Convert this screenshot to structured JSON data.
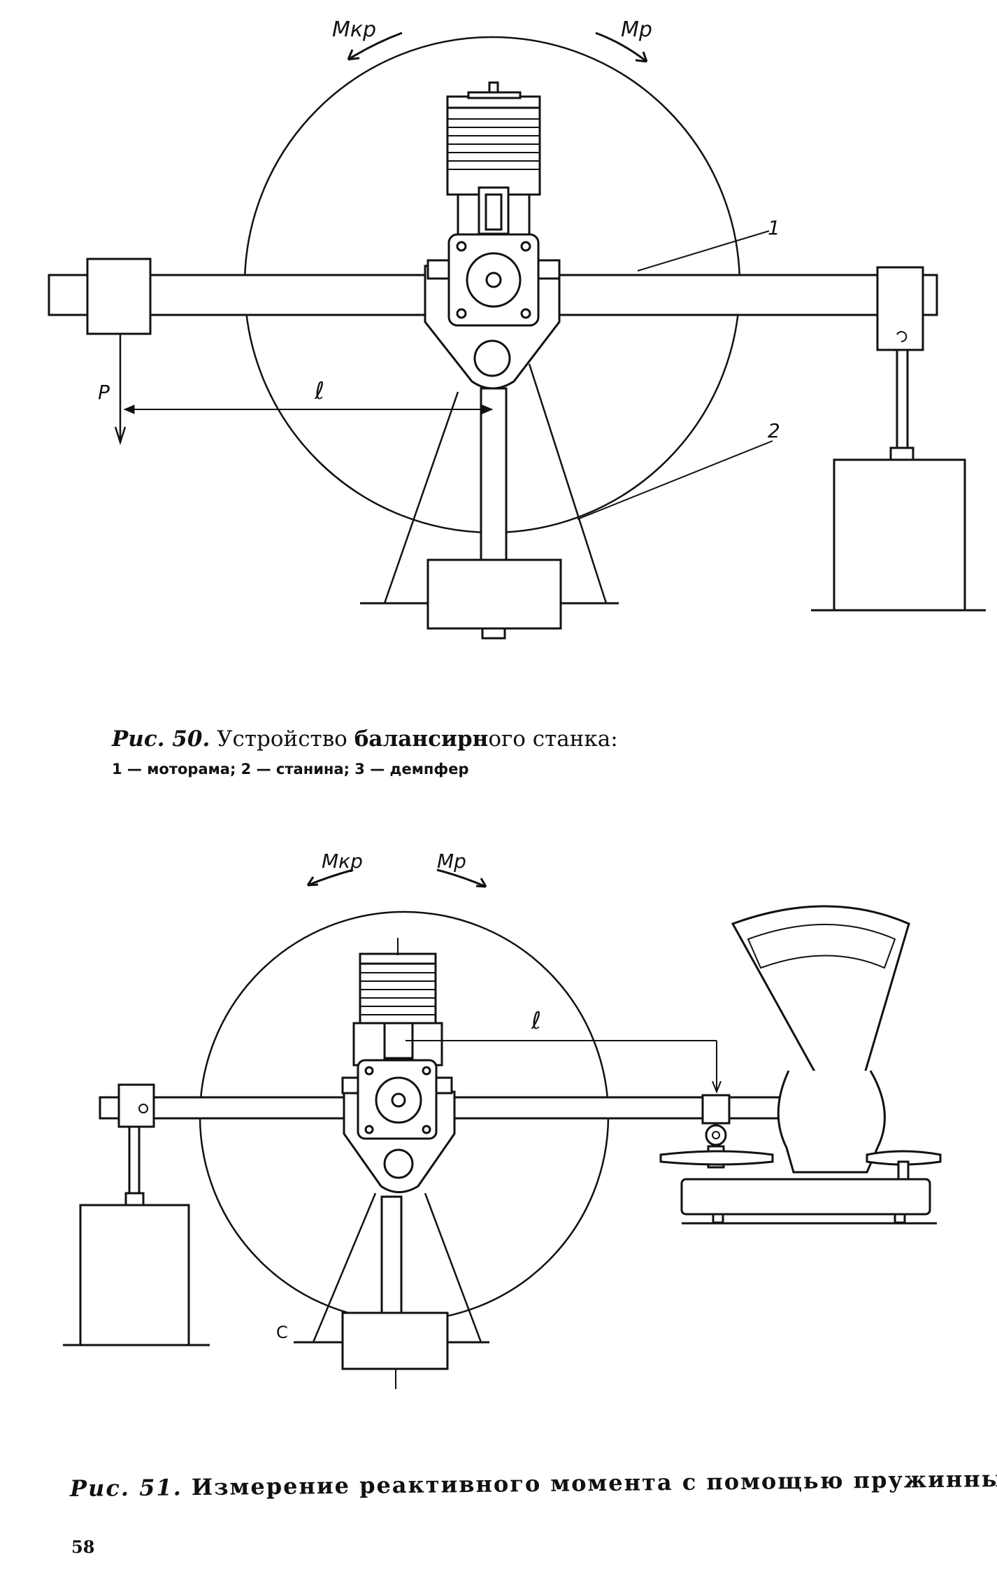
{
  "figure50": {
    "labels": {
      "m_kr": "Мкр",
      "m_r": "Мр",
      "callout_1": "1",
      "callout_2": "2",
      "force_p": "P",
      "lever_l": "ℓ"
    },
    "caption": {
      "label": "Рис. 50.",
      "text_a": "Устройство ",
      "text_b": "балансирн",
      "text_c": "ого станка:"
    },
    "legend": "1 — моторама; 2 — станина; 3 — демпфер"
  },
  "figure51": {
    "labels": {
      "m_kr": "Мкр",
      "m_r": "Мр",
      "lever_l": "ℓ",
      "mark_c": "С"
    },
    "caption": {
      "label": "Рис. 51.",
      "text": "Измерение реактивного момента с помощью пружинных весов"
    }
  },
  "page_number": "58"
}
